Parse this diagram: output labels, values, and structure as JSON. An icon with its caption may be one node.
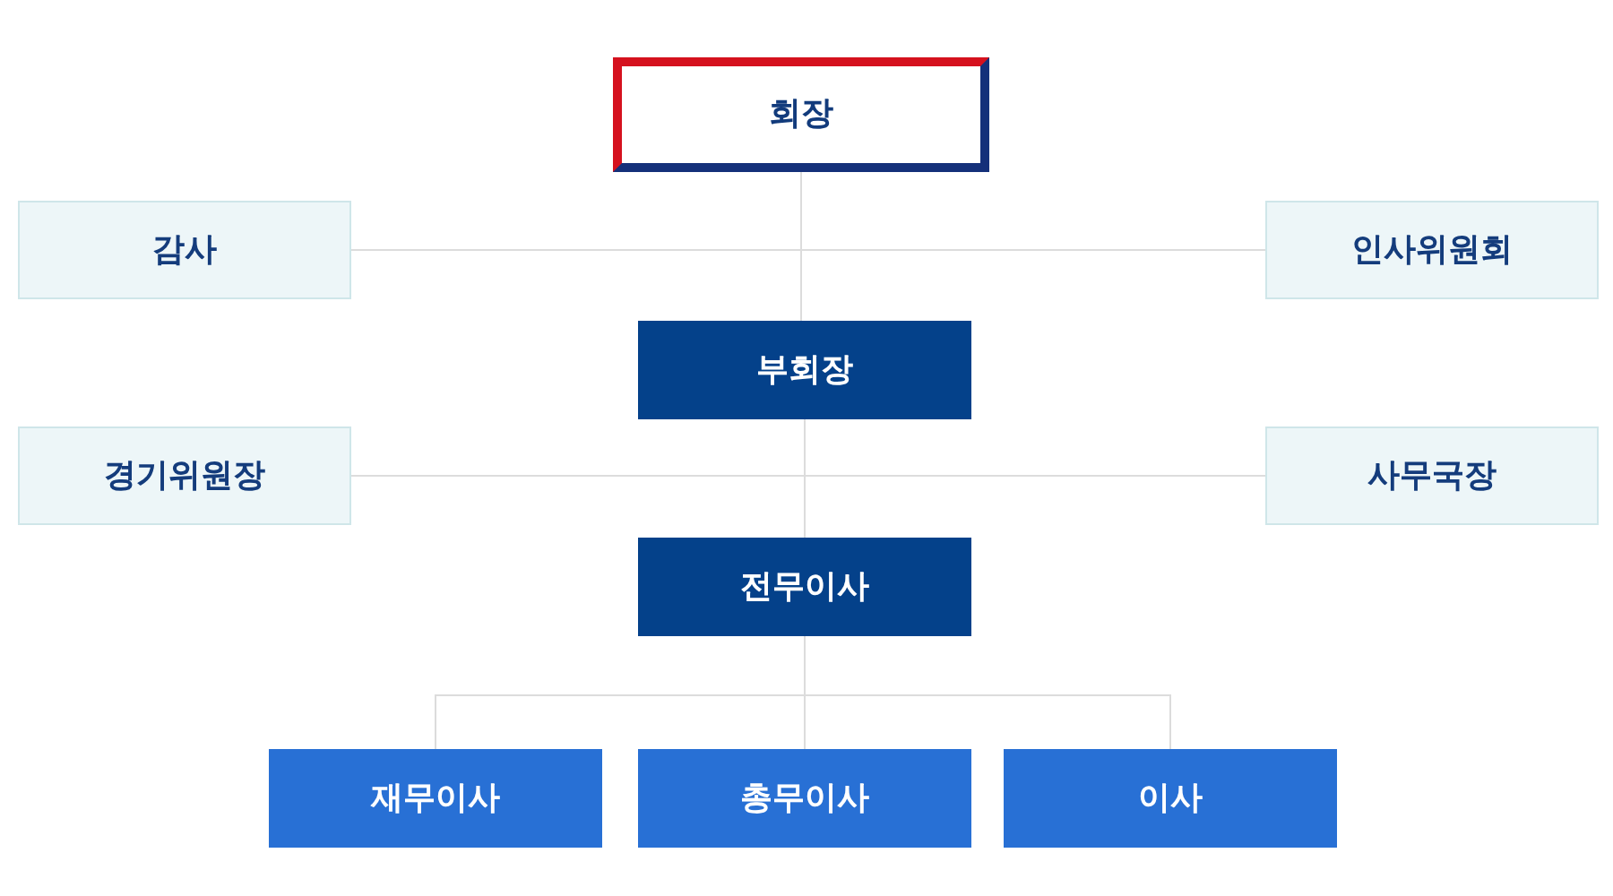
{
  "diagram": {
    "nodes": [
      {
        "text": [
          "회장"
        ]
      },
      {
        "text": [
          "감사"
        ]
      },
      {
        "text": [
          "인사위원회"
        ]
      },
      {
        "text": [
          "부회장"
        ]
      },
      {
        "text": [
          "경기위원장"
        ]
      },
      {
        "text": [
          "사무국장"
        ]
      },
      {
        "text": [
          "전무이사"
        ]
      },
      {
        "text": [
          "재무이사"
        ]
      },
      {
        "text": [
          "총무이사"
        ]
      },
      {
        "text": [
          "이사"
        ]
      }
    ],
    "edges": [
      {
        "from": 0,
        "to": 3,
        "arrow": "none"
      },
      {
        "from": 0,
        "to": 1,
        "arrow": "none"
      },
      {
        "from": 0,
        "to": 2,
        "arrow": "none"
      },
      {
        "from": 3,
        "to": 6,
        "arrow": "none"
      },
      {
        "from": 3,
        "to": 4,
        "arrow": "none"
      },
      {
        "from": 3,
        "to": 5,
        "arrow": "none"
      },
      {
        "from": 6,
        "to": 7,
        "arrow": "none"
      },
      {
        "from": 6,
        "to": 8,
        "arrow": "none"
      },
      {
        "from": 6,
        "to": 9,
        "arrow": "none"
      }
    ]
  }
}
